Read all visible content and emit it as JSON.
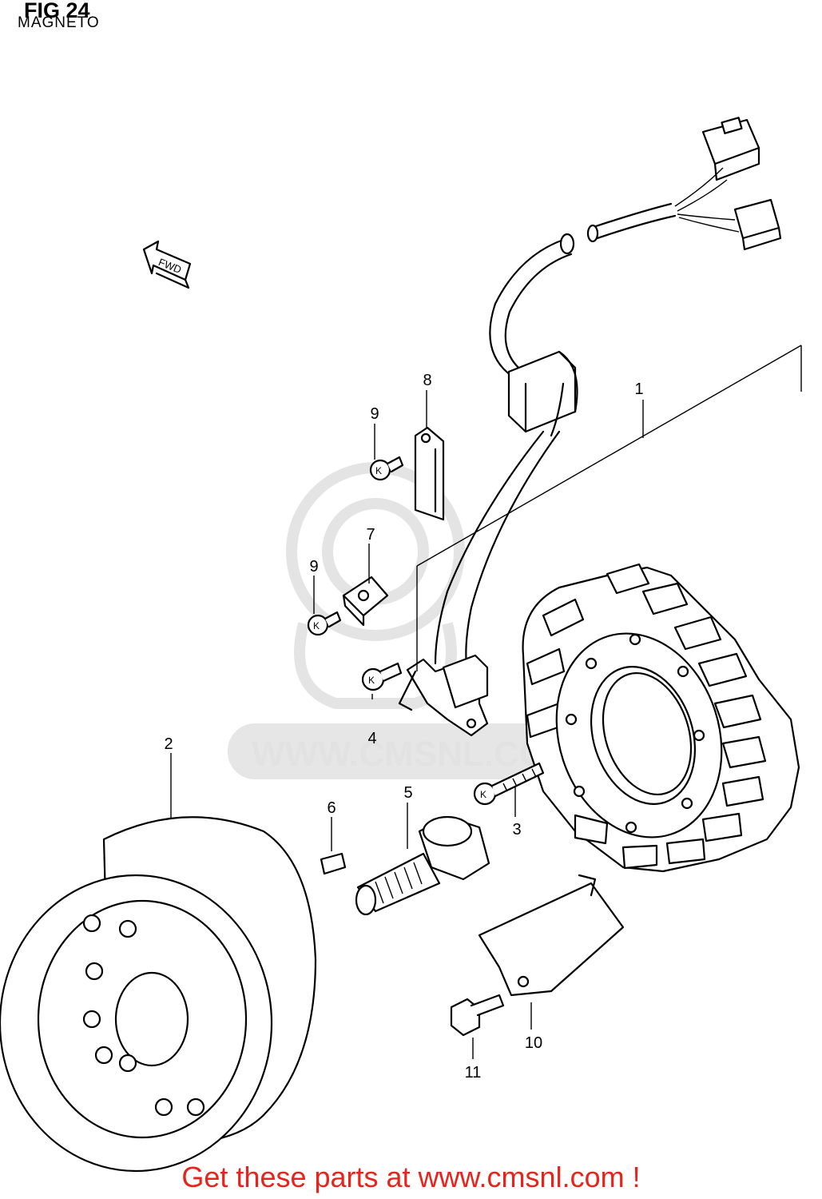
{
  "header": {
    "figure": "FIG 24",
    "title": "MAGNETO"
  },
  "orientation": {
    "label": "FWD"
  },
  "watermark": {
    "text": "WWW.CMSNL.CO"
  },
  "callouts": [
    "1",
    "2",
    "3",
    "4",
    "5",
    "6",
    "7",
    "8",
    "9",
    "9",
    "10",
    "11"
  ],
  "footer": {
    "text": "Get these parts at www.cmsnl.com !",
    "color": "#e8231b"
  }
}
